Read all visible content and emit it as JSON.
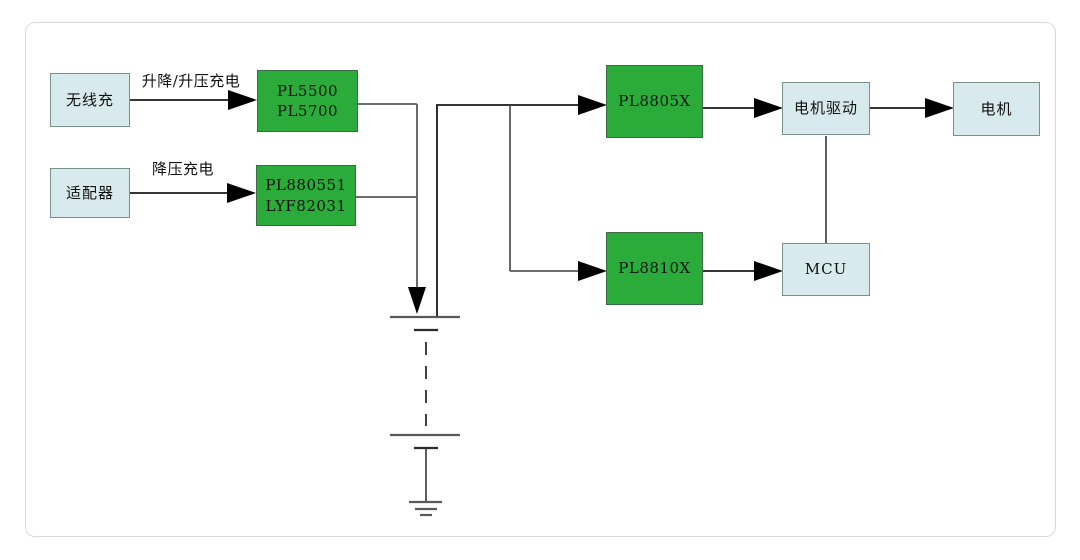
{
  "diagram": {
    "type": "block-diagram",
    "description_visible_text_only": true,
    "nodes": {
      "wireless": {
        "label": "无线充"
      },
      "adapter": {
        "label": "适配器"
      },
      "charge_ic_wireless": {
        "line1": "PL5500",
        "line2": "PL5700"
      },
      "charge_ic_adapter": {
        "line1": "PL880551",
        "line2": "LYF82031"
      },
      "dcdc_motor": {
        "label": "PL8805X"
      },
      "motor_driver": {
        "label": "电机驱动"
      },
      "motor": {
        "label": "电机"
      },
      "dcdc_mcu": {
        "label": "PL8810X"
      },
      "mcu": {
        "label": "MCU"
      }
    },
    "edge_labels": {
      "wireless_charge_mode": "升降/升压充电",
      "adapter_charge_mode": "降压充电"
    },
    "symbols": {
      "battery": "multi-cell-battery-icon",
      "ground": "earth-ground-icon"
    },
    "colors": {
      "ic_fill": "#2aab3a",
      "ic_border": "#3c6b46",
      "node_fill": "#d9eaee",
      "node_border": "#78928a",
      "line_dark": "#1a1a1a",
      "line_gray": "#595959",
      "arrow": "#000000",
      "frame_border": "#d9d9d9",
      "text": "#111111"
    }
  }
}
